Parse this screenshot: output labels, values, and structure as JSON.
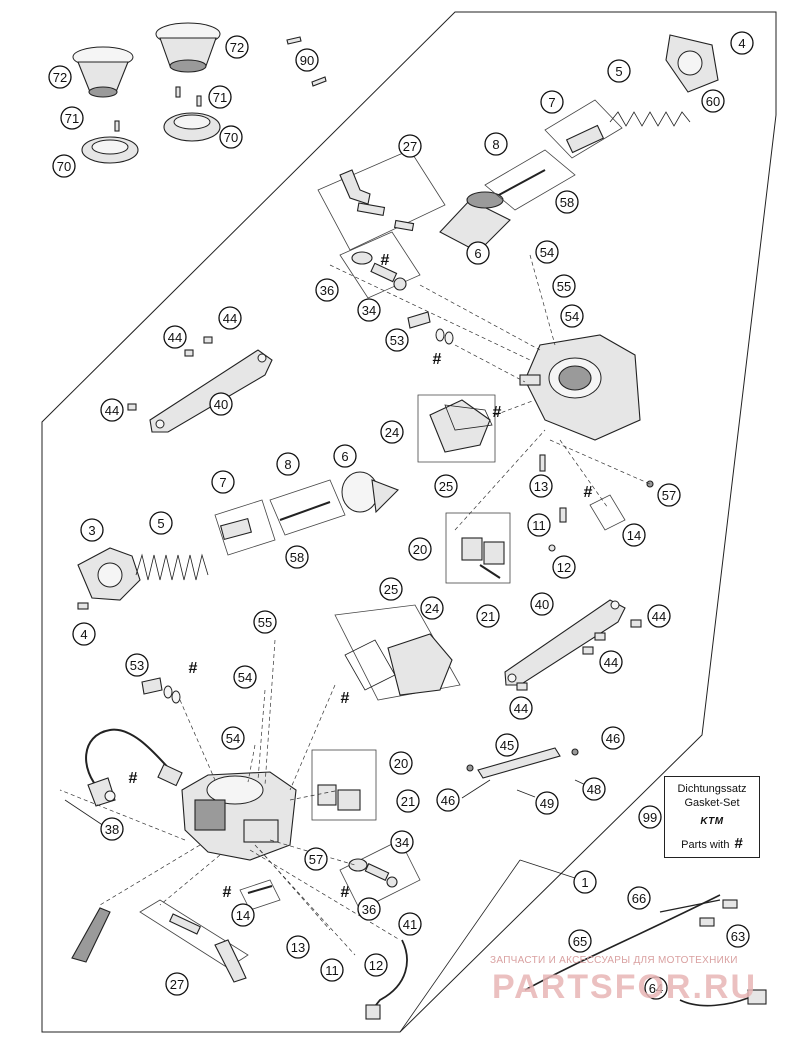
{
  "diagram": {
    "callouts": [
      {
        "label": "72"
      },
      {
        "label": "72"
      },
      {
        "label": "90"
      },
      {
        "label": "4"
      },
      {
        "label": "71"
      },
      {
        "label": "71"
      },
      {
        "label": "5"
      },
      {
        "label": "60"
      },
      {
        "label": "70"
      },
      {
        "label": "70"
      },
      {
        "label": "7"
      },
      {
        "label": "27"
      },
      {
        "label": "8"
      },
      {
        "label": "58"
      },
      {
        "label": "6"
      },
      {
        "label": "54"
      },
      {
        "label": "55"
      },
      {
        "label": "54"
      },
      {
        "label": "36"
      },
      {
        "label": "34"
      },
      {
        "label": "53"
      },
      {
        "label": "44"
      },
      {
        "label": "44"
      },
      {
        "label": "44"
      },
      {
        "label": "40"
      },
      {
        "label": "24"
      },
      {
        "label": "25"
      },
      {
        "label": "13"
      },
      {
        "label": "57"
      },
      {
        "label": "6"
      },
      {
        "label": "8"
      },
      {
        "label": "7"
      },
      {
        "label": "3"
      },
      {
        "label": "5"
      },
      {
        "label": "58"
      },
      {
        "label": "11"
      },
      {
        "label": "14"
      },
      {
        "label": "20"
      },
      {
        "label": "12"
      },
      {
        "label": "21"
      },
      {
        "label": "4"
      },
      {
        "label": "25"
      },
      {
        "label": "24"
      },
      {
        "label": "55"
      },
      {
        "label": "40"
      },
      {
        "label": "44"
      },
      {
        "label": "44"
      },
      {
        "label": "53"
      },
      {
        "label": "54"
      },
      {
        "label": "44"
      },
      {
        "label": "54"
      },
      {
        "label": "45"
      },
      {
        "label": "46"
      },
      {
        "label": "20"
      },
      {
        "label": "21"
      },
      {
        "label": "38"
      },
      {
        "label": "46"
      },
      {
        "label": "48"
      },
      {
        "label": "49"
      },
      {
        "label": "99"
      },
      {
        "label": "57"
      },
      {
        "label": "34"
      },
      {
        "label": "1"
      },
      {
        "label": "14"
      },
      {
        "label": "36"
      },
      {
        "label": "66"
      },
      {
        "label": "41"
      },
      {
        "label": "13"
      },
      {
        "label": "11"
      },
      {
        "label": "12"
      },
      {
        "label": "63"
      },
      {
        "label": "65"
      },
      {
        "label": "27"
      },
      {
        "label": "64"
      }
    ],
    "hash_mark": "#"
  },
  "gasket_set": {
    "line1": "Dichtungssatz",
    "line2": "Gasket-Set",
    "brand": "KTM",
    "parts_with": "Parts with",
    "hash": "#"
  },
  "watermark": {
    "caption": "ЗАПЧАСТИ И АКСЕССУАРЫ ДЛЯ МОТОТЕХНИКИ",
    "logo": "PARTSFOR.RU",
    "color": "#d9a0a0"
  }
}
